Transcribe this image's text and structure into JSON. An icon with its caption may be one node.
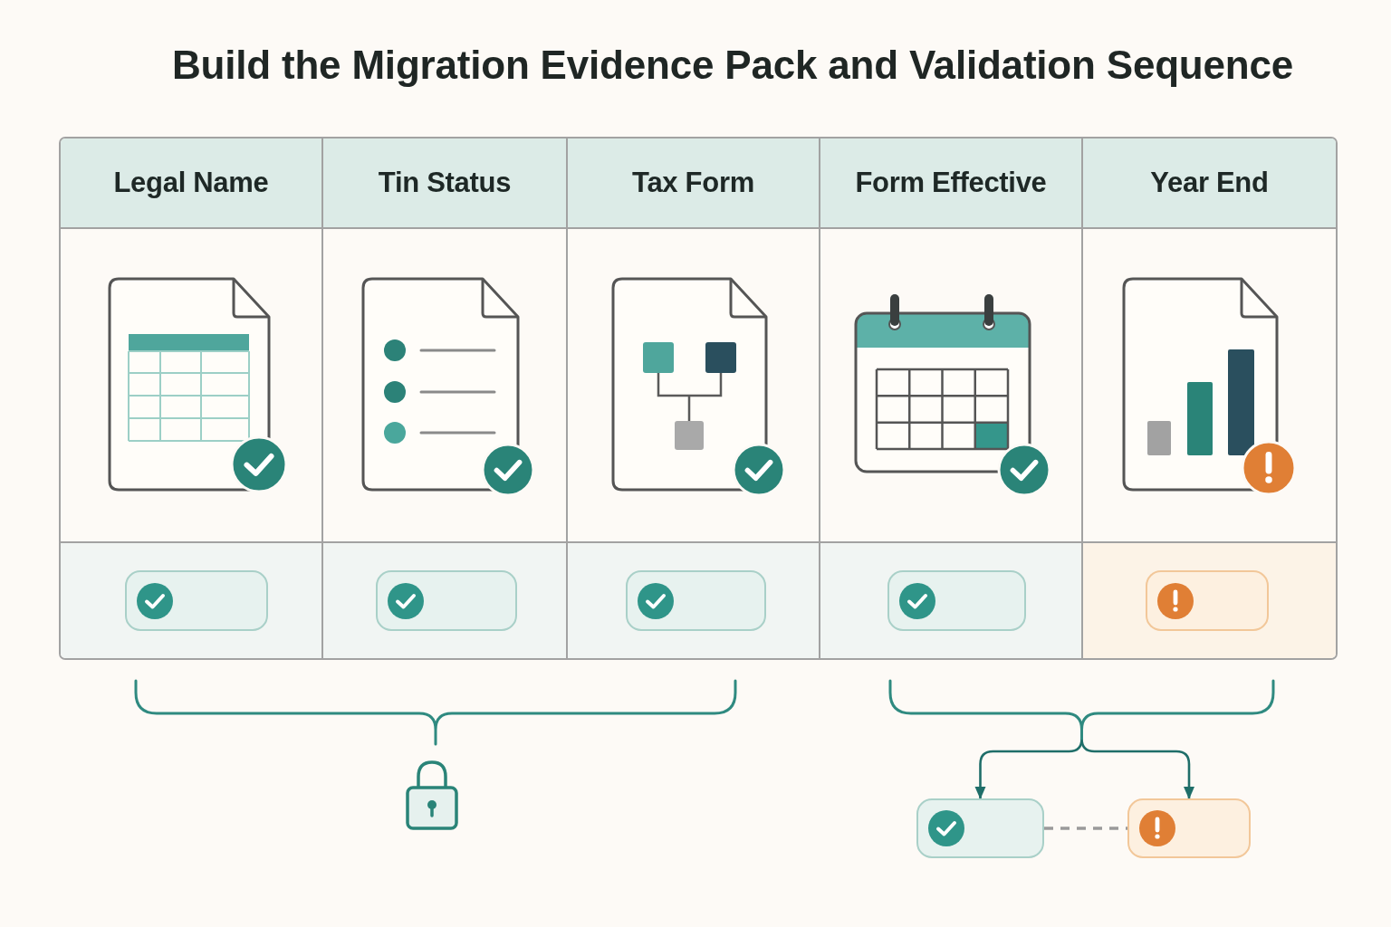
{
  "diagram": {
    "title": "Build the Migration Evidence Pack and Validation Sequence",
    "nodes": [
      {
        "text": [],
        "shape": "box"
      },
      {
        "text": [],
        "shape": "box"
      },
      {
        "text": [],
        "shape": "box"
      },
      {
        "text": [],
        "shape": "box"
      },
      {
        "text": [],
        "shape": "box"
      },
      {
        "text": [],
        "shape": "bracket"
      },
      {
        "text": [],
        "shape": "box"
      },
      {
        "text": [],
        "shape": "box"
      }
    ],
    "edges": [
      {
        "from": 5,
        "to": 6,
        "arrow": "to"
      },
      {
        "from": 5,
        "to": 7,
        "arrow": "to"
      },
      {
        "from": 6,
        "to": 7,
        "arrow": "none",
        "style": "dashed",
        "color": "#9a9a9a"
      }
    ],
    "labels": [
      "Legal Name",
      "Tin Status",
      "Tax Form",
      "Form Effective",
      "Year End"
    ]
  }
}
